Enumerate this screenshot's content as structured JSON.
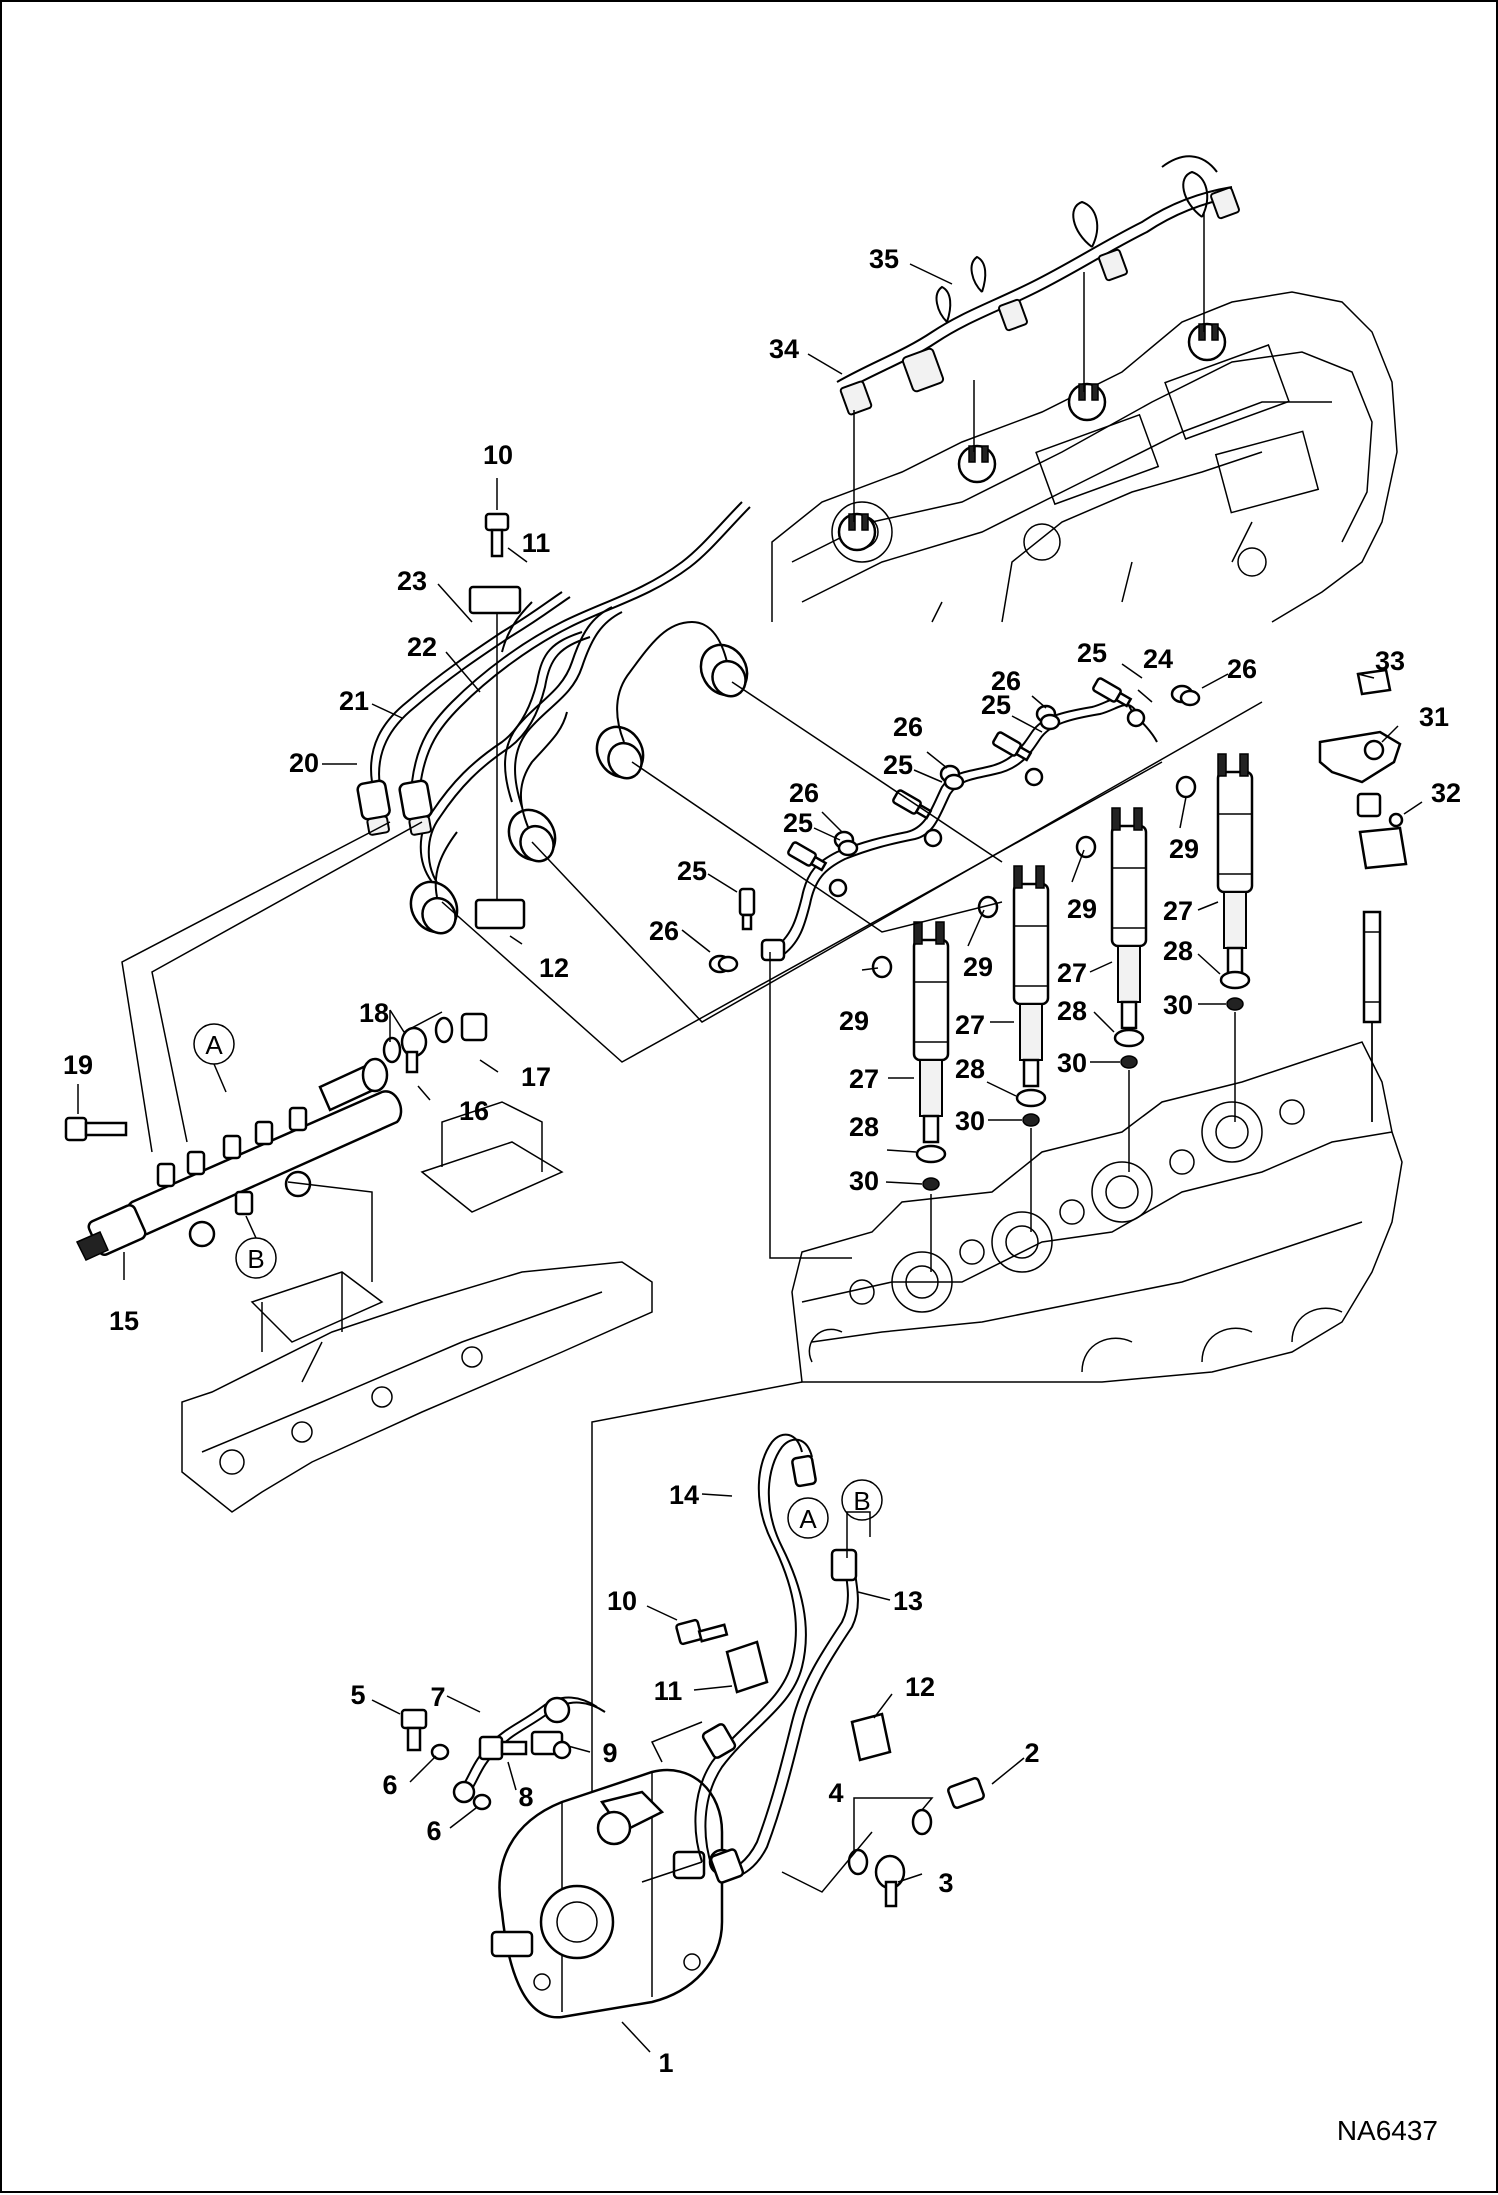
{
  "drawing_code": "NA6437",
  "callouts": [
    {
      "key": "35a",
      "text": "35"
    },
    {
      "key": "34a",
      "text": "34"
    },
    {
      "key": "10a",
      "text": "10"
    },
    {
      "key": "11a",
      "text": "11"
    },
    {
      "key": "23a",
      "text": "23"
    },
    {
      "key": "22a",
      "text": "22"
    },
    {
      "key": "21a",
      "text": "21"
    },
    {
      "key": "20a",
      "text": "20"
    },
    {
      "key": "12a",
      "text": "12"
    },
    {
      "key": "25a",
      "text": "25"
    },
    {
      "key": "25b",
      "text": "25"
    },
    {
      "key": "25c",
      "text": "25"
    },
    {
      "key": "25d",
      "text": "25"
    },
    {
      "key": "25e",
      "text": "25"
    },
    {
      "key": "24a",
      "text": "24"
    },
    {
      "key": "26a",
      "text": "26"
    },
    {
      "key": "26b",
      "text": "26"
    },
    {
      "key": "26c",
      "text": "26"
    },
    {
      "key": "26d",
      "text": "26"
    },
    {
      "key": "26e",
      "text": "26"
    },
    {
      "key": "33a",
      "text": "33"
    },
    {
      "key": "31a",
      "text": "31"
    },
    {
      "key": "32a",
      "text": "32"
    },
    {
      "key": "29a",
      "text": "29"
    },
    {
      "key": "29b",
      "text": "29"
    },
    {
      "key": "29c",
      "text": "29"
    },
    {
      "key": "29d",
      "text": "29"
    },
    {
      "key": "27a",
      "text": "27"
    },
    {
      "key": "27b",
      "text": "27"
    },
    {
      "key": "27c",
      "text": "27"
    },
    {
      "key": "27d",
      "text": "27"
    },
    {
      "key": "28a",
      "text": "28"
    },
    {
      "key": "28b",
      "text": "28"
    },
    {
      "key": "28c",
      "text": "28"
    },
    {
      "key": "28d",
      "text": "28"
    },
    {
      "key": "30a",
      "text": "30"
    },
    {
      "key": "30b",
      "text": "30"
    },
    {
      "key": "30c",
      "text": "30"
    },
    {
      "key": "30d",
      "text": "30"
    },
    {
      "key": "18a",
      "text": "18"
    },
    {
      "key": "17a",
      "text": "17"
    },
    {
      "key": "16a",
      "text": "16"
    },
    {
      "key": "19a",
      "text": "19"
    },
    {
      "key": "15a",
      "text": "15"
    },
    {
      "key": "14a",
      "text": "14"
    },
    {
      "key": "13a",
      "text": "13"
    },
    {
      "key": "10b",
      "text": "10"
    },
    {
      "key": "11b",
      "text": "11"
    },
    {
      "key": "12b",
      "text": "12"
    },
    {
      "key": "5a",
      "text": "5"
    },
    {
      "key": "7a",
      "text": "7"
    },
    {
      "key": "9a",
      "text": "9"
    },
    {
      "key": "6a",
      "text": "6"
    },
    {
      "key": "8a",
      "text": "8"
    },
    {
      "key": "6b",
      "text": "6"
    },
    {
      "key": "2a",
      "text": "2"
    },
    {
      "key": "4a",
      "text": "4"
    },
    {
      "key": "3a",
      "text": "3"
    },
    {
      "key": "1a",
      "text": "1"
    }
  ],
  "reference_circles": [
    {
      "key": "A1",
      "text": "A"
    },
    {
      "key": "B1",
      "text": "B"
    },
    {
      "key": "A2",
      "text": "A"
    },
    {
      "key": "B2",
      "text": "B"
    }
  ]
}
